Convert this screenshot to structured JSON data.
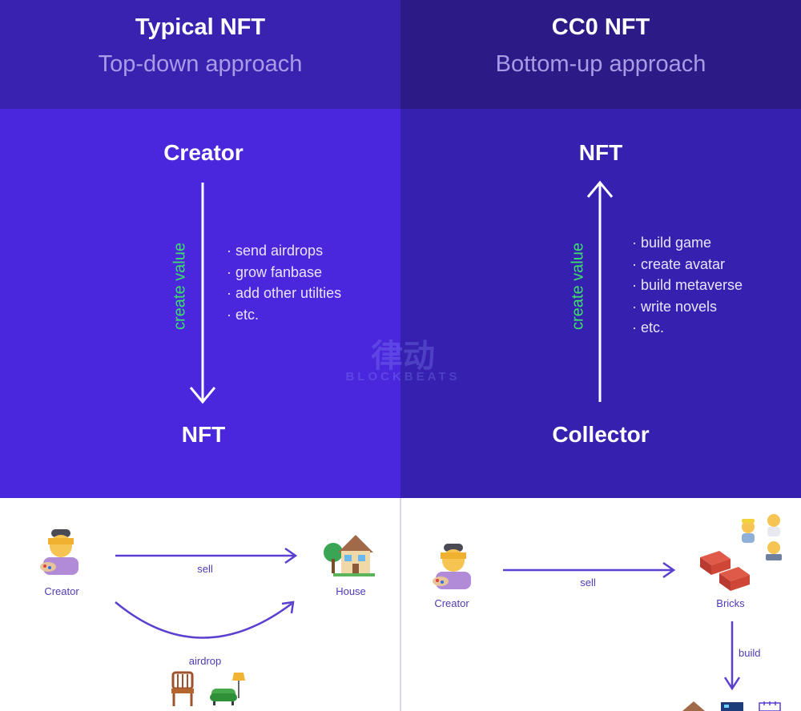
{
  "left": {
    "title": "Typical NFT",
    "subtitle": "Top-down approach",
    "top_node": "Creator",
    "bottom_node": "NFT",
    "arrow_label": "create value",
    "bullets": [
      "send airdrops",
      "grow fanbase",
      "add other utilties",
      "etc."
    ],
    "illustration": {
      "creator_label": "Creator",
      "house_label": "House",
      "sell_label": "sell",
      "airdrop_label": "airdrop"
    }
  },
  "right": {
    "title": "CC0  NFT",
    "subtitle": "Bottom-up approach",
    "top_node": "NFT",
    "bottom_node": "Collector",
    "arrow_label": "create value",
    "bullets": [
      "build game",
      "create avatar",
      "build metaverse",
      "write novels",
      "etc."
    ],
    "illustration": {
      "creator_label": "Creator",
      "bricks_label": "Bricks",
      "sell_label": "sell",
      "build_label": "build"
    }
  },
  "watermark": {
    "logo": "律动",
    "text": "BLOCKBEATS"
  },
  "colors": {
    "header_left": "#3a22b0",
    "header_right": "#2c1a86",
    "body_left": "#4a27dc",
    "body_right": "#3620b0",
    "green_label": "#3ee06a",
    "diagram_line": "#5b3fd0"
  }
}
